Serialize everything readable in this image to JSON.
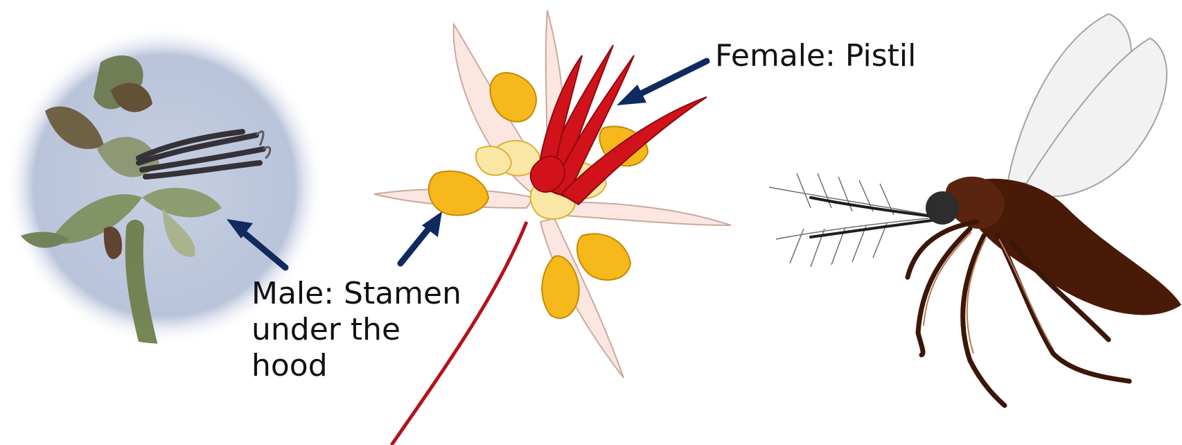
{
  "labels": {
    "female": "Female: Pistil",
    "male_line1": "Male: Stamen",
    "male_line2": "under the",
    "male_line3": "hood"
  },
  "colors": {
    "arrow": "#0f2a5f",
    "petal_pink": "#fbe6e0",
    "petal_yellow": "#f6b81a",
    "pistil_red": "#d1121a",
    "stem_red": "#b5121b",
    "insect_brown": "#4a1a08",
    "photo_background": "#c9d2e3",
    "photo_leaf": "#7d8f5a"
  },
  "icons": [
    "flower-photo",
    "flower-illustration",
    "insect-illustration",
    "arrow-icon"
  ]
}
